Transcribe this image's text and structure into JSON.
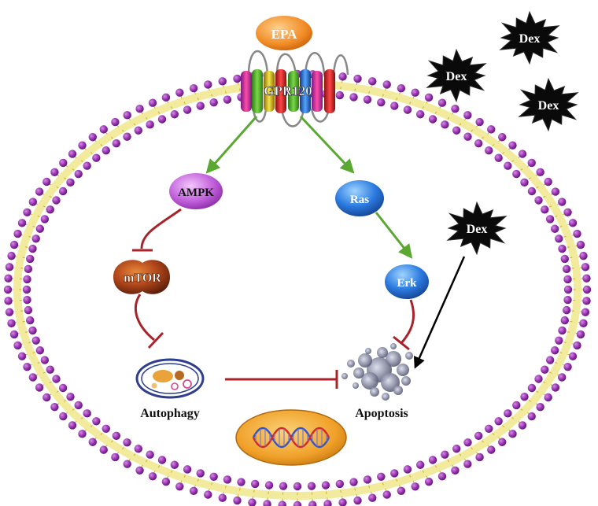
{
  "receptor": {
    "ligand": "EPA",
    "name": "GPR120"
  },
  "nodes": {
    "ampk": "AMPK",
    "mtor": "mTOR",
    "ras": "Ras",
    "erk": "Erk"
  },
  "outcomes": {
    "autophagy": "Autophagy",
    "apoptosis": "Apoptosis"
  },
  "stressor": {
    "label": "Dex",
    "count_shown": 4
  },
  "colors": {
    "membrane_head": "#8e2ba6",
    "membrane_tail": "#e8d84a",
    "activation_arrow": "#5aa832",
    "inhibition_line": "#a8242a",
    "dex_arrow": "#000000",
    "nucleus": "#f1a22c"
  }
}
